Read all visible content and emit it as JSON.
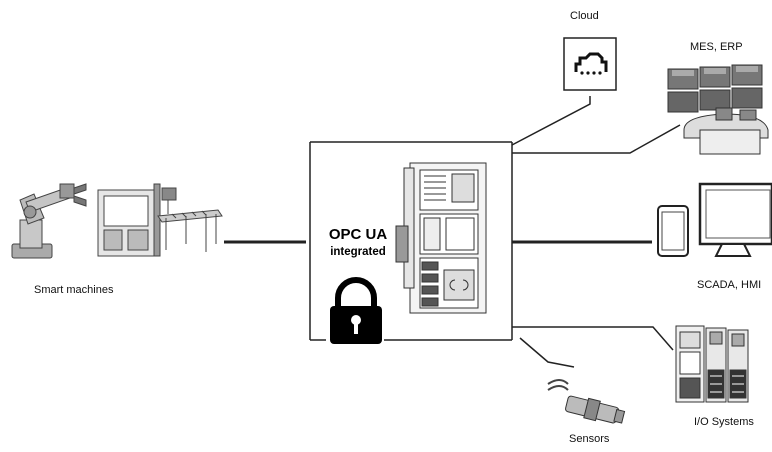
{
  "center": {
    "title": "OPC UA",
    "subtitle": "integrated"
  },
  "nodes": {
    "cloud": "Cloud",
    "mes_erp": "MES, ERP",
    "scada_hmi": "SCADA, HMI",
    "io_systems": "I/O Systems",
    "sensors": "Sensors",
    "smart_machines": "Smart machines"
  },
  "icons": {
    "cloud": "cloud-network-icon",
    "lock": "padlock-icon",
    "controller": "plc-controller-icon",
    "robot": "industrial-robot-arm-icon",
    "machine": "smart-machine-icon",
    "conveyor": "conveyor-belt-icon",
    "control_room": "control-room-monitors-icon",
    "tablet": "tablet-icon",
    "monitor": "desktop-monitor-icon",
    "io": "io-module-rack-icon",
    "sensor": "proximity-sensor-icon"
  }
}
